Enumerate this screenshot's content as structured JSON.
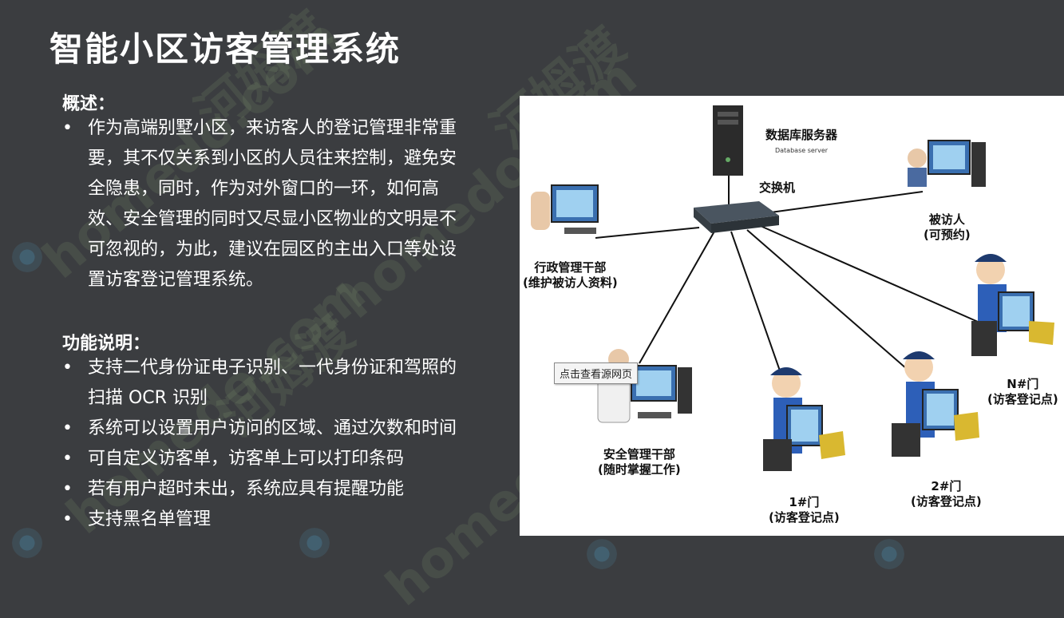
{
  "title": "智能小区访客管理系统",
  "overview": {
    "heading": "概述：",
    "items": [
      "作为高端别墅小区，来访客人的登记管理非常重要，其不仅关系到小区的人员往来控制，避免安全隐患，同时，作为对外窗口的一环，如何高效、安全管理的同时又尽显小区物业的文明是不可忽视的，为此，建议在园区的主出入口等处设置访客登记管理系统。"
    ]
  },
  "features": {
    "heading": "功能说明：",
    "items": [
      "支持二代身份证电子识别、一代身份证和驾照的扫描 OCR 识别",
      "系统可以设置用户访问的区域、通过次数和时间",
      "可自定义访客单，访客单上可以打印条码",
      "若有用户超时未出，系统应具有提醒功能",
      "支持黑名单管理"
    ]
  },
  "diagram": {
    "server_label": "数据库服务器",
    "server_sublabel": "Database server",
    "switch_label": "交换机",
    "admin_label_1": "行政管理干部",
    "admin_label_2": "(维护被访人资料)",
    "visitee_label_1": "被访人",
    "visitee_label_2": "(可预约)",
    "security_label_1": "安全管理干部",
    "security_label_2": "(随时掌握工作)",
    "gate1_label_1": "1#门",
    "gate1_label_2": "(访客登记点)",
    "gate2_label_1": "2#门",
    "gate2_label_2": "(访客登记点)",
    "gateN_label_1": "N#门",
    "gateN_label_2": "(访客登记点)",
    "tooltip": "点击查看源网页"
  },
  "watermark": {
    "text_1": "河姆渡",
    "text_2": "homedo.com"
  },
  "colors": {
    "background": "#3b3d40",
    "text": "#ffffff",
    "watermark": "#8c9a6e"
  }
}
